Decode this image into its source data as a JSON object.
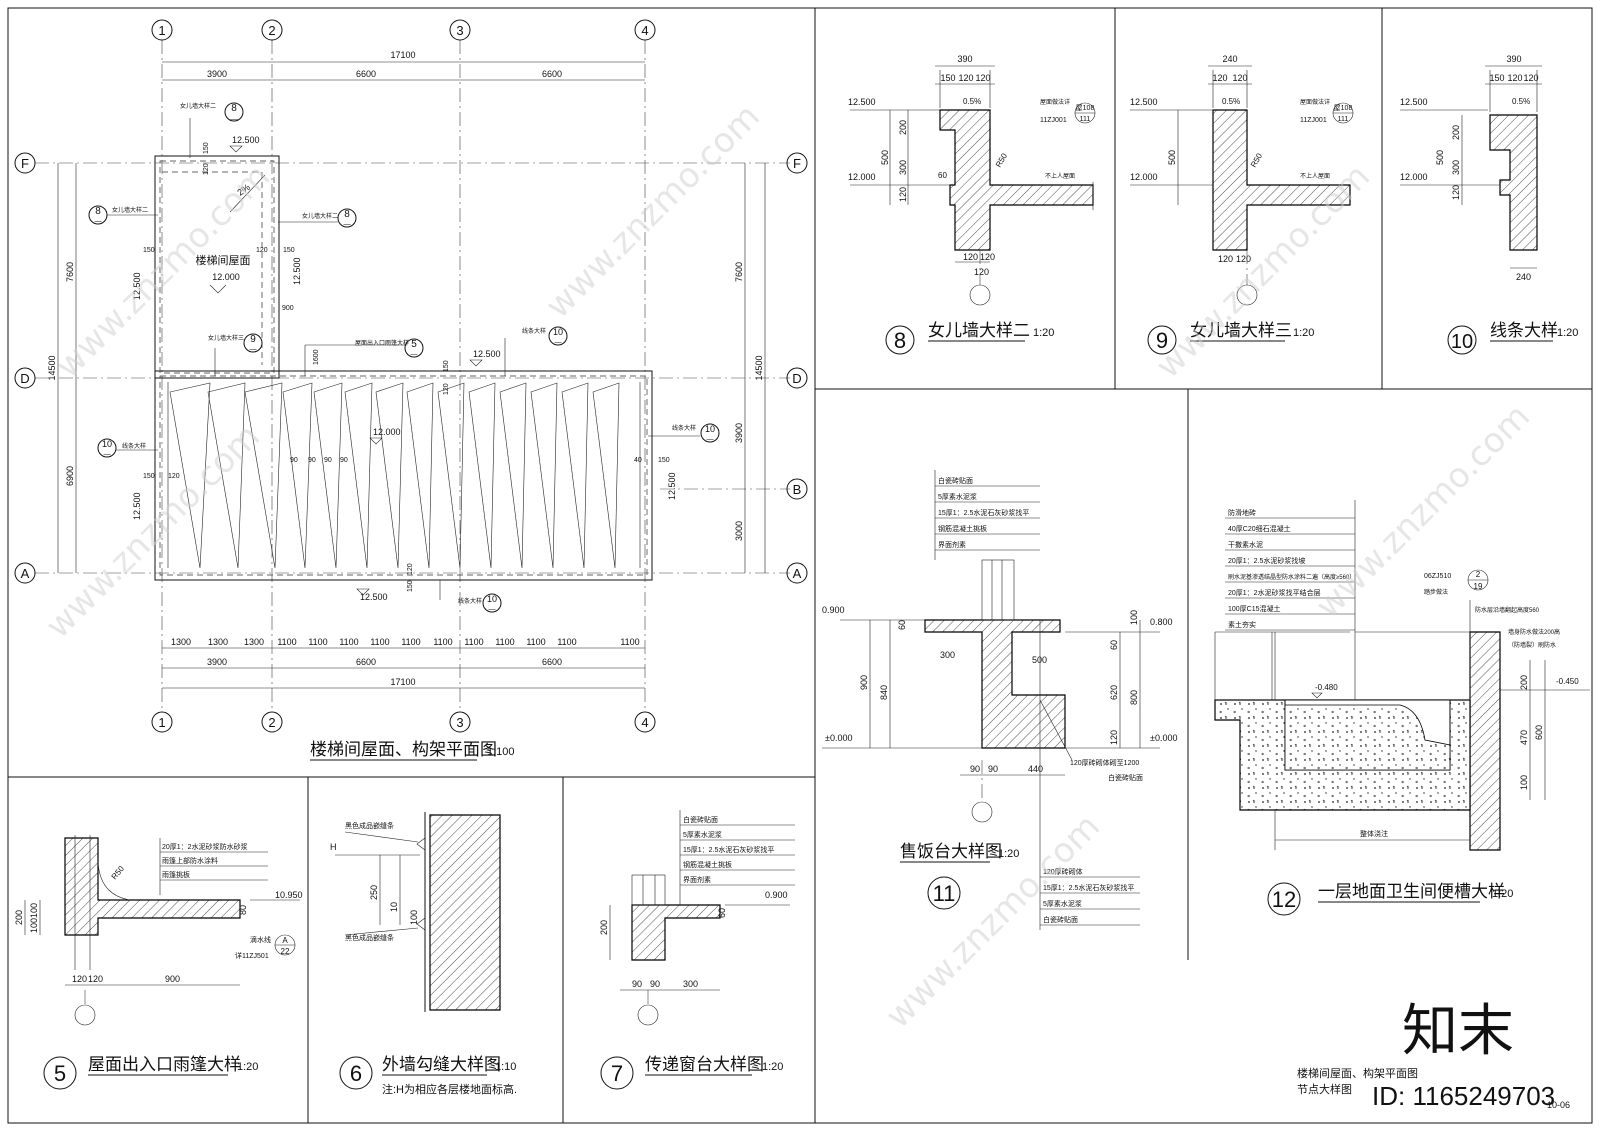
{
  "main_plan": {
    "title": "楼梯间屋面、构架平面图",
    "scale": "1:100",
    "axes_top": [
      "1",
      "2",
      "3",
      "4"
    ],
    "axes_left": [
      "F",
      "D",
      "A"
    ],
    "axes_right": [
      "F",
      "D",
      "B",
      "A"
    ],
    "dims_top_total": "17100",
    "dims_top_parts": [
      "3900",
      "6600",
      "6600"
    ],
    "dims_bottom_parts": [
      "1300",
      "1300",
      "1300",
      "1100",
      "1100",
      "1100",
      "1100",
      "1100",
      "1100",
      "1100",
      "1100",
      "1100",
      "1100",
      "1100"
    ],
    "dims_bottom_mid": [
      "3900",
      "6600",
      "6600"
    ],
    "dims_bottom_total": "17100",
    "dims_left": [
      "7600",
      "6900"
    ],
    "dims_left_total": "14500",
    "dims_right": [
      "7600",
      "3900",
      "3000"
    ],
    "dims_right_total": "14500",
    "room_label": "楼梯间屋面",
    "room_elev": "12.000",
    "elev_a": "12.500",
    "elev_b": "12.000",
    "slope": "2%",
    "marks": {
      "parapet2": "女儿墙大样二",
      "parapet3": "女儿墙大样三",
      "line_detail": "线条大样",
      "canopy": "屋面出入口雨篷大样",
      "num8": "8",
      "num9": "9",
      "num10": "10",
      "num5": "5",
      "dash": "—"
    },
    "small_dims": [
      "150",
      "120",
      "900",
      "1600",
      "90",
      "40",
      "150",
      "120"
    ]
  },
  "detail8": {
    "num": "8",
    "title": "女儿墙大样二",
    "scale": "1:20",
    "dims": [
      "390",
      "150",
      "120",
      "120",
      "200",
      "500",
      "300",
      "120",
      "120",
      "120"
    ],
    "elev_top": "12.500",
    "elev_bot": "12.000",
    "slope": "0.5%",
    "note": "屋面做法详",
    "ref": "11ZJ001",
    "ref_a": "屋108",
    "ref_b": "111",
    "roof": "不上人屋面",
    "r": "R50",
    "v60": "60"
  },
  "detail9": {
    "num": "9",
    "title": "女儿墙大样三",
    "scale": "1:20",
    "dims": [
      "240",
      "120",
      "120",
      "500",
      "120",
      "120"
    ],
    "elev_top": "12.500",
    "elev_bot": "12.000",
    "slope": "0.5%",
    "note": "屋面做法详",
    "ref": "11ZJ001",
    "ref_a": "屋108",
    "ref_b": "111",
    "roof": "不上人屋面",
    "r": "R50"
  },
  "detail10": {
    "num": "10",
    "title": "线条大样",
    "scale": "1:20",
    "dims": [
      "390",
      "150",
      "120",
      "120",
      "200",
      "500",
      "300",
      "120",
      "240"
    ],
    "elev_top": "12.500",
    "elev_bot": "12.000",
    "slope": "0.5%"
  },
  "detail11": {
    "num": "11",
    "title": "售饭台大样图",
    "scale": "1:20",
    "notes_top": [
      "白瓷砖贴面",
      "5厚素水泥浆",
      "15厚1：2.5水泥石灰砂浆找平",
      "钢筋混凝土挑板",
      "界面剂素"
    ],
    "notes_bottom": [
      "120厚砖砌体",
      "15厚1：2.5水泥石灰砂浆找平",
      "5厚素水泥浆",
      "白瓷砖贴面"
    ],
    "wall_note": "120厚砖砌体砌至1200",
    "tile_note": "白瓷砖贴面",
    "dims": [
      "60",
      "300",
      "500",
      "900",
      "840",
      "100",
      "60",
      "620",
      "800",
      "120",
      "90",
      "90",
      "440"
    ],
    "elev": [
      "0.900",
      "±0.000",
      "0.800",
      "±0.000"
    ]
  },
  "detail12": {
    "num": "12",
    "title": "一层地面卫生间便槽大样",
    "scale": "1:20",
    "notes": [
      "防滑地砖",
      "40厚C20细石混凝土",
      "干撒素水泥",
      "20厚1：2.5水泥砂浆找坡",
      "刷水泥基渗透结晶型防水涂料二遍（高度≥560）",
      "20厚1：2水泥砂浆找平结合层",
      "100厚C15混凝土",
      "素土夯实"
    ],
    "ref": "06ZJ510",
    "ref_a": "2",
    "ref_b": "19",
    "ref_note": "踏步做法",
    "right_notes": [
      "防水层沿墙翻起高度560",
      "墙身防水做法200高",
      "（防墙裂）刷防水"
    ],
    "elev": [
      "-0.480",
      "-0.450"
    ],
    "dims": [
      "200",
      "470",
      "600",
      "100"
    ],
    "bottom": "整体浇注"
  },
  "detail5": {
    "num": "5",
    "title": "屋面出入口雨篷大样",
    "scale": "1:20",
    "notes": [
      "20厚1：2水泥砂浆防水砂浆",
      "雨篷上部防水涂料",
      "雨篷挑板"
    ],
    "dims": [
      "200",
      "100",
      "100",
      "120",
      "120",
      "900"
    ],
    "r": "R50",
    "elev": "10.950",
    "drip": "滴水线",
    "ref": "详11ZJ501",
    "ref_a": "A",
    "ref_b": "22",
    "v80": "80"
  },
  "detail6": {
    "num": "6",
    "title": "外墙勾缝大样图",
    "scale": "1:10",
    "note": "注:H为相应各层楼地面标高.",
    "labels": [
      "黑色成品嵌缝条",
      "黑色成品嵌缝条"
    ],
    "h": "H",
    "dims": [
      "250",
      "10",
      "100"
    ]
  },
  "detail7": {
    "num": "7",
    "title": "传递窗台大样图",
    "scale": "1:20",
    "notes": [
      "白瓷砖贴面",
      "5厚素水泥浆",
      "15厚1：2.5水泥石灰砂浆找平",
      "钢筋混凝土挑板",
      "界面剂素"
    ],
    "dims": [
      "200",
      "90",
      "90",
      "300",
      "60"
    ],
    "elev": "0.900"
  },
  "title_block": {
    "line1": "楼梯间屋面、构架平面图",
    "line2": "节点大样图",
    "sheet": "10-06"
  },
  "watermark": {
    "brand": "知末",
    "id": "ID: 1165249703",
    "site": "www.znzmo.com"
  }
}
